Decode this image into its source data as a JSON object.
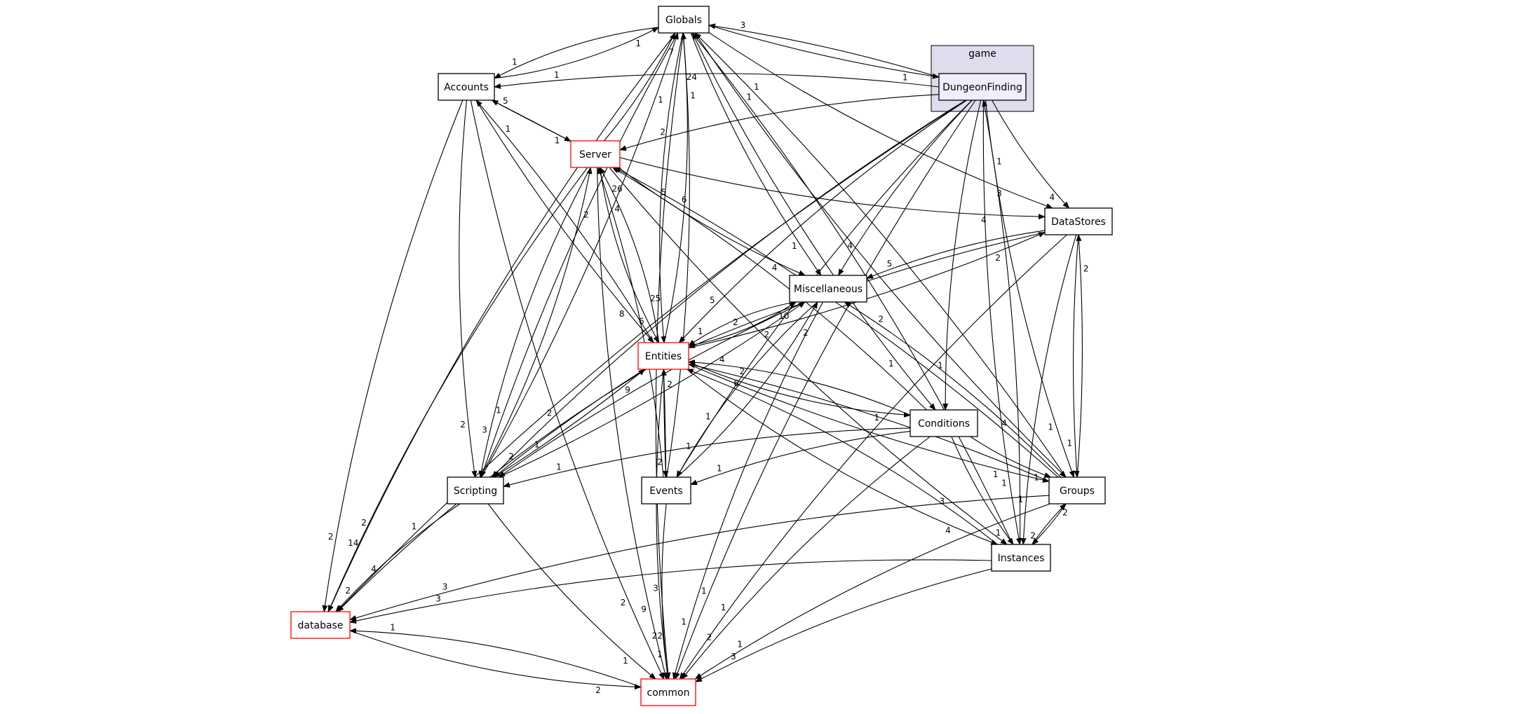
{
  "diagram": {
    "cluster_label": "game",
    "nodes": [
      {
        "id": "Globals",
        "label": "Globals",
        "style": "plain"
      },
      {
        "id": "Accounts",
        "label": "Accounts",
        "style": "plain"
      },
      {
        "id": "DungeonFinding",
        "label": "DungeonFinding",
        "style": "focus"
      },
      {
        "id": "Server",
        "label": "Server",
        "style": "red"
      },
      {
        "id": "DataStores",
        "label": "DataStores",
        "style": "plain"
      },
      {
        "id": "Miscellaneous",
        "label": "Miscellaneous",
        "style": "plain"
      },
      {
        "id": "Entities",
        "label": "Entities",
        "style": "red"
      },
      {
        "id": "Conditions",
        "label": "Conditions",
        "style": "plain"
      },
      {
        "id": "Scripting",
        "label": "Scripting",
        "style": "plain"
      },
      {
        "id": "Events",
        "label": "Events",
        "style": "plain"
      },
      {
        "id": "Groups",
        "label": "Groups",
        "style": "plain"
      },
      {
        "id": "Instances",
        "label": "Instances",
        "style": "plain"
      },
      {
        "id": "database",
        "label": "database",
        "style": "red"
      },
      {
        "id": "common",
        "label": "common",
        "style": "red"
      }
    ],
    "edges": [
      {
        "from": "DungeonFinding",
        "to": "Globals",
        "label": "3"
      },
      {
        "from": "Globals",
        "to": "DungeonFinding",
        "label": "1"
      },
      {
        "from": "DungeonFinding",
        "to": "Accounts",
        "label": "1"
      },
      {
        "from": "DungeonFinding",
        "to": "Server",
        "label": "2"
      },
      {
        "from": "DungeonFinding",
        "to": "DataStores",
        "label": "4"
      },
      {
        "from": "DungeonFinding",
        "to": "Miscellaneous",
        "label": "4"
      },
      {
        "from": "DungeonFinding",
        "to": "Entities",
        "label": "5"
      },
      {
        "from": "DungeonFinding",
        "to": "Conditions",
        "label": "1"
      },
      {
        "from": "DungeonFinding",
        "to": "Scripting",
        "label": "2"
      },
      {
        "from": "DungeonFinding",
        "to": "Events",
        "label": "1"
      },
      {
        "from": "DungeonFinding",
        "to": "Groups",
        "label": "1"
      },
      {
        "from": "DungeonFinding",
        "to": "Instances",
        "label": "1"
      },
      {
        "from": "DungeonFinding",
        "to": "database",
        "label": "1"
      },
      {
        "from": "DungeonFinding",
        "to": "common",
        "label": "1"
      },
      {
        "from": "Globals",
        "to": "Accounts",
        "label": "1"
      },
      {
        "from": "Accounts",
        "to": "Globals",
        "label": "1"
      },
      {
        "from": "Globals",
        "to": "Entities",
        "label": "25"
      },
      {
        "from": "Entities",
        "to": "Globals",
        "label": "24"
      },
      {
        "from": "Globals",
        "to": "Miscellaneous",
        "label": "1"
      },
      {
        "from": "Globals",
        "to": "Scripting",
        "label": "1"
      },
      {
        "from": "Scripting",
        "to": "Globals",
        "label": "1"
      },
      {
        "from": "Globals",
        "to": "database",
        "label": "2"
      },
      {
        "from": "Globals",
        "to": "common",
        "label": "3"
      },
      {
        "from": "Globals",
        "to": "DataStores",
        "label": "3"
      },
      {
        "from": "Globals",
        "to": "Conditions",
        "label": "1"
      },
      {
        "from": "Globals",
        "to": "Groups",
        "label": "4"
      },
      {
        "from": "Groups",
        "to": "Globals",
        "label": "1"
      },
      {
        "from": "Instances",
        "to": "Globals",
        "label": "1"
      },
      {
        "from": "Events",
        "to": "Globals",
        "label": "1"
      },
      {
        "from": "Server",
        "to": "Globals",
        "label": "7"
      },
      {
        "from": "Accounts",
        "to": "Server",
        "label": "1"
      },
      {
        "from": "Server",
        "to": "Accounts",
        "label": "5"
      },
      {
        "from": "Accounts",
        "to": "Entities",
        "label": "8"
      },
      {
        "from": "Entities",
        "to": "Accounts",
        "label": "1"
      },
      {
        "from": "Accounts",
        "to": "Scripting",
        "label": "2"
      },
      {
        "from": "Accounts",
        "to": "database",
        "label": "2"
      },
      {
        "from": "Accounts",
        "to": "common",
        "label": "2"
      },
      {
        "from": "Server",
        "to": "DataStores",
        "label": "4"
      },
      {
        "from": "Server",
        "to": "Miscellaneous",
        "label": "4"
      },
      {
        "from": "Server",
        "to": "Entities",
        "label": "6"
      },
      {
        "from": "Entities",
        "to": "Server",
        "label": "26"
      },
      {
        "from": "Server",
        "to": "Scripting",
        "label": "3"
      },
      {
        "from": "Scripting",
        "to": "Server",
        "label": "2"
      },
      {
        "from": "Server",
        "to": "database",
        "label": "14"
      },
      {
        "from": "Server",
        "to": "common",
        "label": "9"
      },
      {
        "from": "Server",
        "to": "Instances",
        "label": "3"
      },
      {
        "from": "Events",
        "to": "Server",
        "label": "4"
      },
      {
        "from": "Groups",
        "to": "Server",
        "label": "6"
      },
      {
        "from": "Conditions",
        "to": "Server",
        "label": "5"
      },
      {
        "from": "DataStores",
        "to": "Miscellaneous",
        "label": "5"
      },
      {
        "from": "DataStores",
        "to": "Entities",
        "label": "2"
      },
      {
        "from": "Entities",
        "to": "DataStores",
        "label": "2"
      },
      {
        "from": "DataStores",
        "to": "Groups",
        "label": "1"
      },
      {
        "from": "Groups",
        "to": "DataStores",
        "label": "2"
      },
      {
        "from": "DataStores",
        "to": "Instances",
        "label": "1"
      },
      {
        "from": "DataStores",
        "to": "common",
        "label": "1"
      },
      {
        "from": "Miscellaneous",
        "to": "Entities",
        "label": "1"
      },
      {
        "from": "Entities",
        "to": "Miscellaneous",
        "label": "10"
      },
      {
        "from": "Miscellaneous",
        "to": "Scripting",
        "label": "1"
      },
      {
        "from": "Scripting",
        "to": "Miscellaneous",
        "label": "2"
      },
      {
        "from": "Miscellaneous",
        "to": "Events",
        "label": "1"
      },
      {
        "from": "Events",
        "to": "Miscellaneous",
        "label": "2"
      },
      {
        "from": "Miscellaneous",
        "to": "common",
        "label": "1"
      },
      {
        "from": "Groups",
        "to": "Miscellaneous",
        "label": "2"
      },
      {
        "from": "Entities",
        "to": "Scripting",
        "label": "2"
      },
      {
        "from": "Scripting",
        "to": "Entities",
        "label": "9"
      },
      {
        "from": "Entities",
        "to": "Conditions",
        "label": "1"
      },
      {
        "from": "Conditions",
        "to": "Entities",
        "label": "4"
      },
      {
        "from": "Entities",
        "to": "Events",
        "label": "2"
      },
      {
        "from": "Events",
        "to": "Entities",
        "label": "2"
      },
      {
        "from": "Entities",
        "to": "Groups",
        "label": "1"
      },
      {
        "from": "Groups",
        "to": "Entities",
        "label": "2"
      },
      {
        "from": "Instances",
        "to": "Entities",
        "label": "6"
      },
      {
        "from": "Entities",
        "to": "Instances",
        "label": "4"
      },
      {
        "from": "Entities",
        "to": "database",
        "label": "4"
      },
      {
        "from": "Entities",
        "to": "common",
        "label": "22"
      },
      {
        "from": "Conditions",
        "to": "Scripting",
        "label": "1"
      },
      {
        "from": "Conditions",
        "to": "Events",
        "label": "1"
      },
      {
        "from": "Conditions",
        "to": "Groups",
        "label": "1"
      },
      {
        "from": "Conditions",
        "to": "Instances",
        "label": "1"
      },
      {
        "from": "Conditions",
        "to": "common",
        "label": "2"
      },
      {
        "from": "Scripting",
        "to": "database",
        "label": "2"
      },
      {
        "from": "Scripting",
        "to": "common",
        "label": "1"
      },
      {
        "from": "Events",
        "to": "common",
        "label": "1"
      },
      {
        "from": "Groups",
        "to": "Instances",
        "label": "2"
      },
      {
        "from": "Instances",
        "to": "Groups",
        "label": "2"
      },
      {
        "from": "Groups",
        "to": "database",
        "label": "3"
      },
      {
        "from": "Groups",
        "to": "common",
        "label": "1"
      },
      {
        "from": "Instances",
        "to": "database",
        "label": "3"
      },
      {
        "from": "Instances",
        "to": "common",
        "label": "3"
      },
      {
        "from": "Instances",
        "to": "DungeonFinding",
        "label": "1"
      },
      {
        "from": "database",
        "to": "common",
        "label": "2"
      },
      {
        "from": "common",
        "to": "database",
        "label": "1"
      }
    ]
  }
}
